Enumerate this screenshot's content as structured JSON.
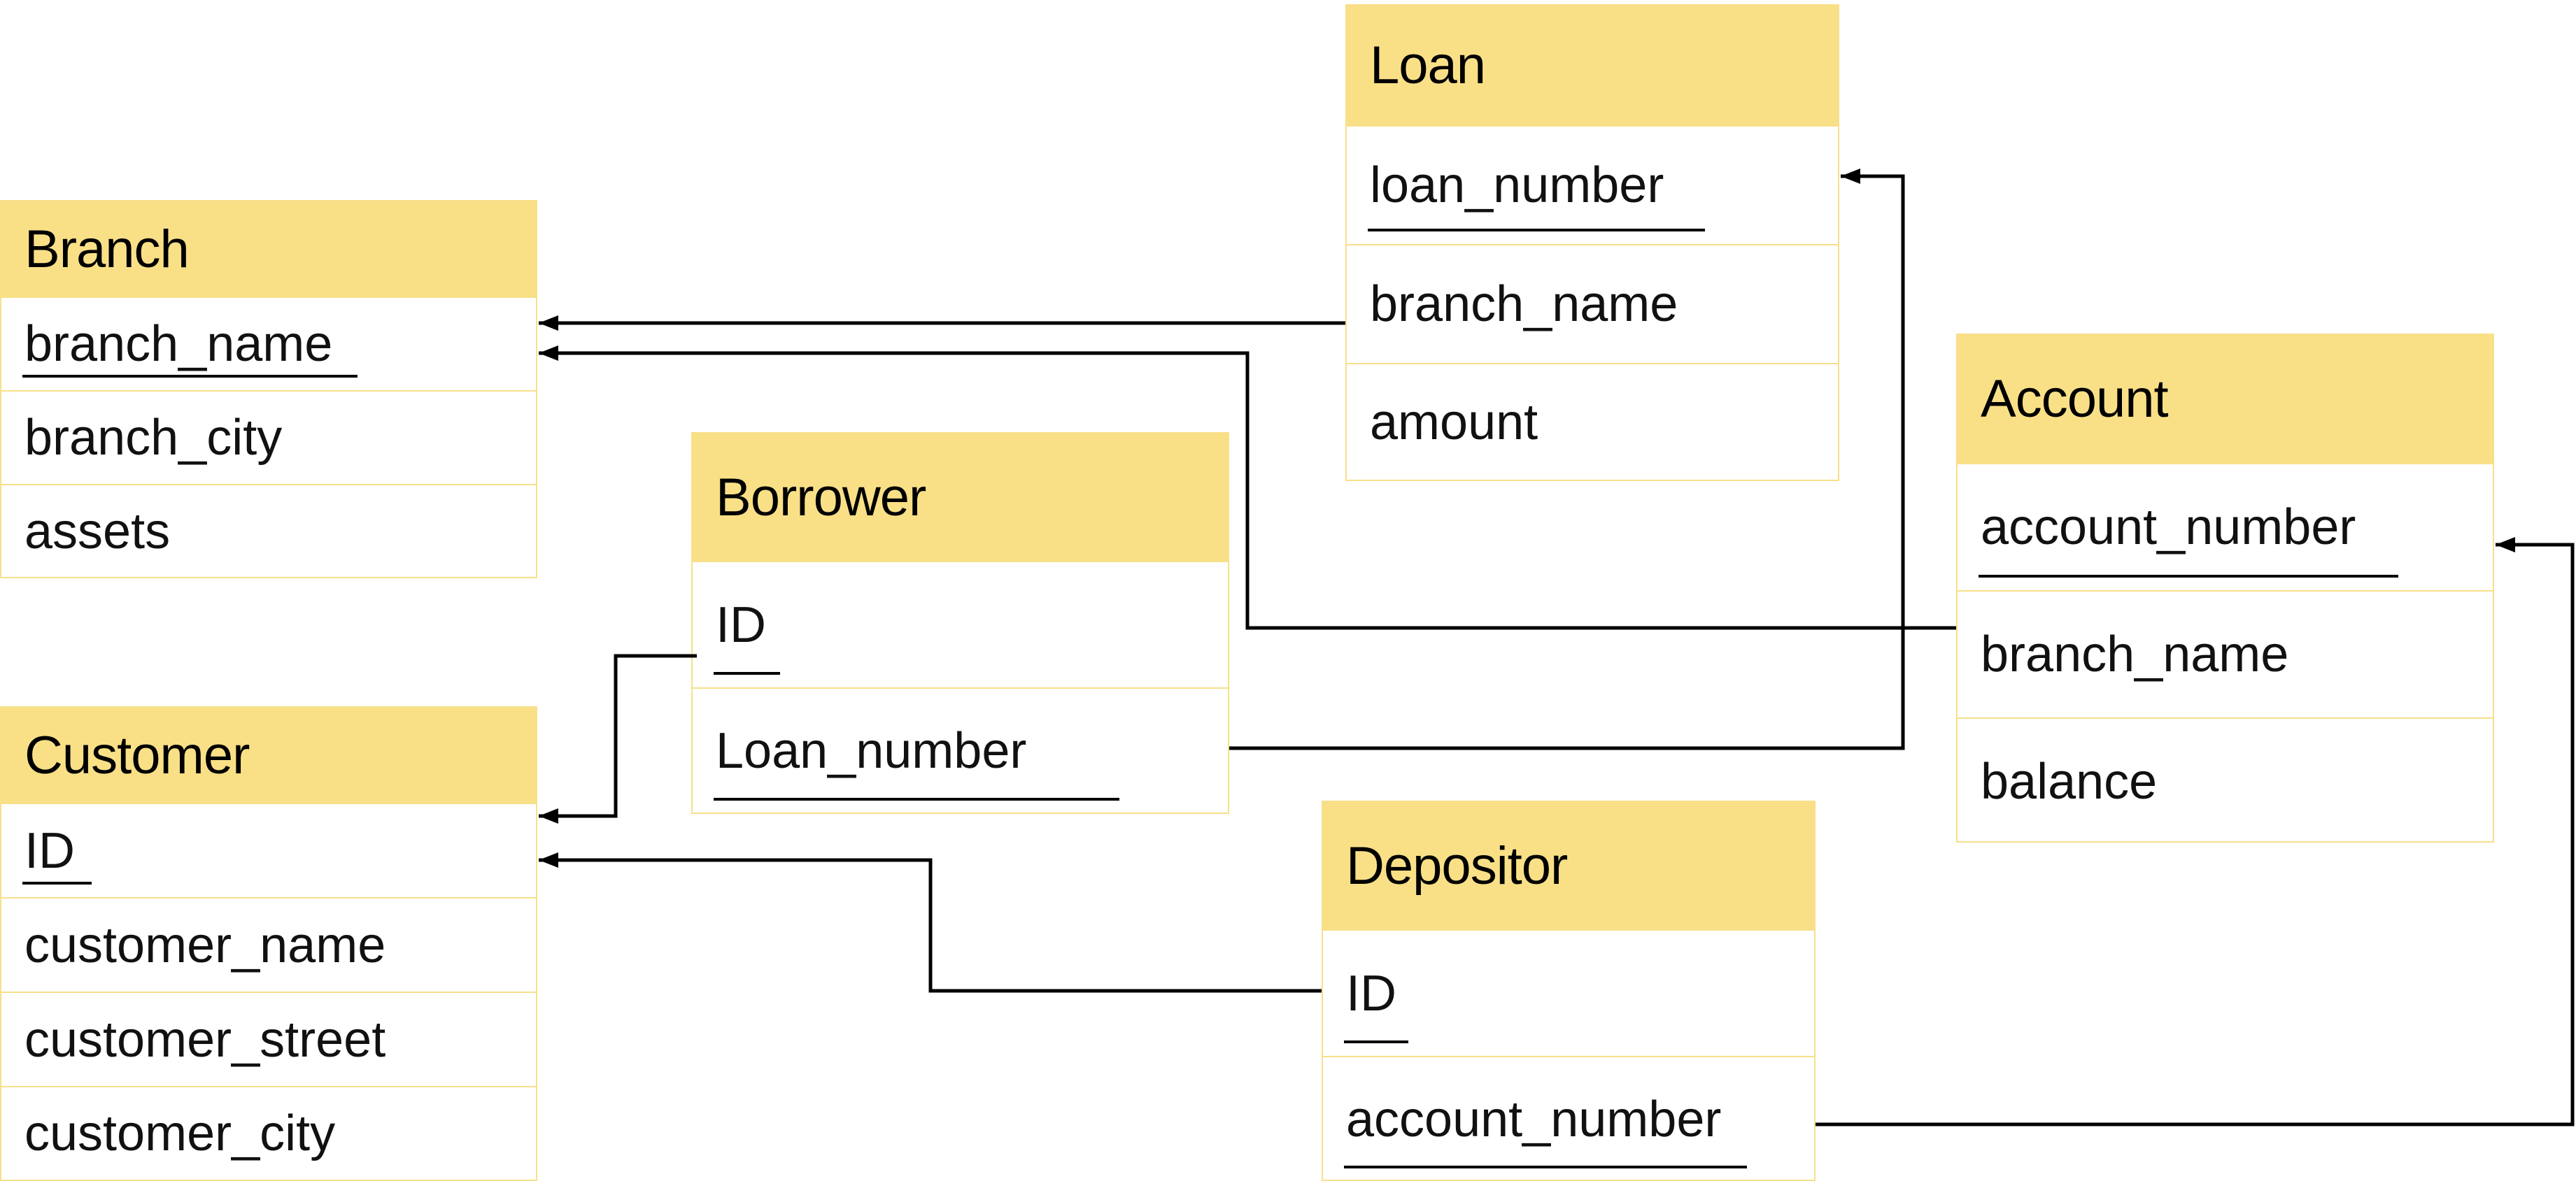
{
  "entities": {
    "branch": {
      "name": "Branch",
      "attributes": [
        "branch_name",
        "branch_city",
        "assets"
      ],
      "keys": [
        "branch_name"
      ]
    },
    "customer": {
      "name": "Customer",
      "attributes": [
        "ID",
        "customer_name",
        "customer_street",
        "customer_city"
      ],
      "keys": [
        "ID"
      ]
    },
    "borrower": {
      "name": "Borrower",
      "attributes": [
        "ID",
        "Loan_number"
      ],
      "keys": [
        "ID",
        "Loan_number"
      ]
    },
    "loan": {
      "name": "Loan",
      "attributes": [
        "loan_number",
        "branch_name",
        "amount"
      ],
      "keys": [
        "loan_number"
      ]
    },
    "account": {
      "name": "Account",
      "attributes": [
        "account_number",
        "branch_name",
        "balance"
      ],
      "keys": [
        "account_number"
      ]
    },
    "depositor": {
      "name": "Depositor",
      "attributes": [
        "ID",
        "account_number"
      ],
      "keys": [
        "ID",
        "account_number"
      ]
    }
  },
  "relationships": [
    {
      "from": "Loan.branch_name",
      "to": "Branch.branch_name"
    },
    {
      "from": "Account.branch_name",
      "to": "Branch.branch_name"
    },
    {
      "from": "Borrower.ID",
      "to": "Customer.ID"
    },
    {
      "from": "Borrower.Loan_number",
      "to": "Loan.loan_number"
    },
    {
      "from": "Depositor.ID",
      "to": "Customer.ID"
    },
    {
      "from": "Depositor.account_number",
      "to": "Account.account_number"
    }
  ],
  "colors": {
    "header": "#f9e087",
    "border": "#f7e08a",
    "line": "#000000"
  }
}
